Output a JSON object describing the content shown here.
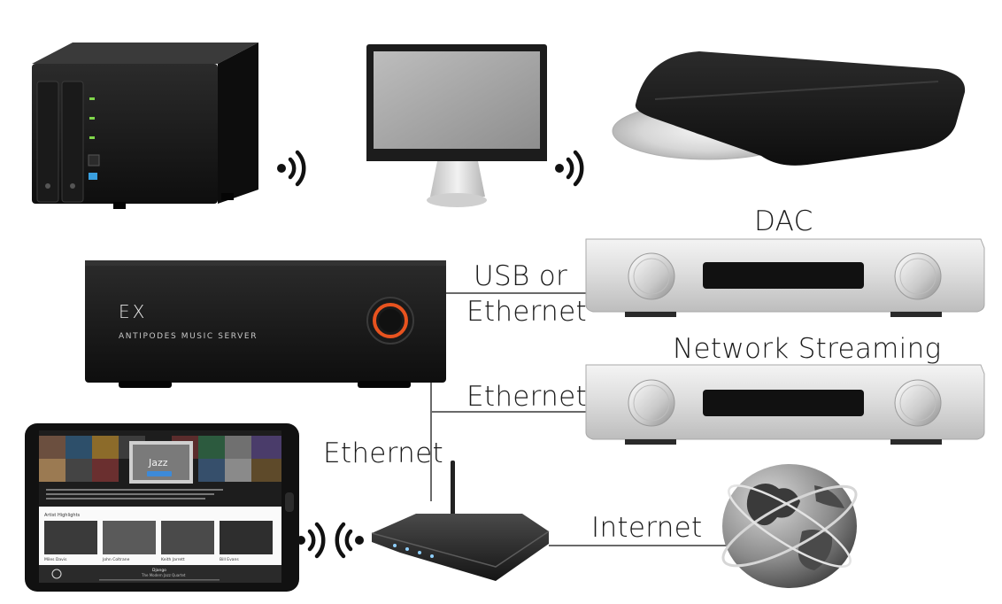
{
  "labels": {
    "usb_or": "USB or",
    "ethernet_usb": "Ethernet",
    "dac": "DAC",
    "network_streaming": "Network Streaming",
    "ethernet_streaming": "Ethernet",
    "ethernet_router": "Ethernet",
    "internet": "Internet"
  },
  "server": {
    "logo": "EX",
    "brand_text": "ANTIPODES MUSIC SERVER"
  },
  "tablet": {
    "genre_title": "Jazz",
    "section_title": "Artist Highlights",
    "artists": [
      "Miles Davis",
      "John Coltrane",
      "Keith Jarrett",
      "Bill Evans"
    ],
    "now_playing_title": "Django",
    "now_playing_artist": "The Modern Jazz Quartet"
  },
  "colors": {
    "server_accent": "#e8531f",
    "device_body": "#1b1b1b",
    "silver": "#dcdcdc",
    "line": "#6a6a6a"
  },
  "icons": [
    "nas-icon",
    "monitor-icon",
    "optical-drive-icon",
    "globe-icon",
    "router-icon",
    "wifi-icon"
  ]
}
